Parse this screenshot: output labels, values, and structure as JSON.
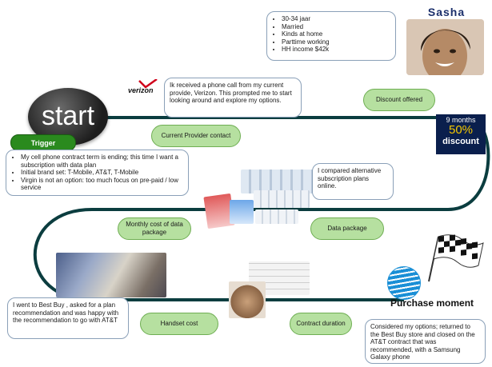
{
  "persona": {
    "name": "Sasha",
    "details": [
      "30-34 jaar",
      "Married",
      "Kinds at home",
      "Parttime working",
      "HH income  $42k"
    ]
  },
  "start": {
    "label": "start",
    "trigger_label": "Trigger",
    "trigger_points": [
      "My cell phone contract term is ending; this time I want a subscription with data plan",
      "Initial brand set: T-Mobile, AT&T, T-Mobile",
      "Virgin is not an option: too much focus on pre-paid / low service"
    ]
  },
  "verizon_logo": "verizon",
  "bubbles": {
    "phone_call": "Ik received a phone call from my current provide, Verizon. This prompted me to start looking around and explore my options.",
    "compared": "I compared alternative subscription plans online.",
    "best_buy": "I went to Best Buy , asked for a plan recommendation  and was happy with the recommendation to go with AT&T",
    "considered": "Considered my options; returned to the Best Buy store and closed on the AT&T contract that was recommended, with a Samsung Galaxy phone"
  },
  "touchpoints": {
    "current_provider": "Current  Provider contact",
    "discount_offered": "Discount offered",
    "monthly_cost": "Monthly cost of data package",
    "data_package": "Data package",
    "handset_cost": "Handset cost",
    "contract_duration": "Contract duration"
  },
  "discount_badge": {
    "line1": "9 months",
    "line2": "50%",
    "line3": "discount"
  },
  "purchase_moment": "Purchase moment",
  "colors": {
    "path": "#0b3d3f",
    "pill_fill": "#b6e0a0",
    "pill_border": "#6fae53",
    "trigger_green": "#2a8a1e",
    "badge_bg": "#0a1f4d",
    "badge_accent": "#f5c800",
    "persona_name": "#1b2f6b"
  },
  "icons": {
    "start_icon": "start-button-icon",
    "att_icon": "att-globe-logo",
    "flag_icon": "checkered-flag-icon"
  }
}
